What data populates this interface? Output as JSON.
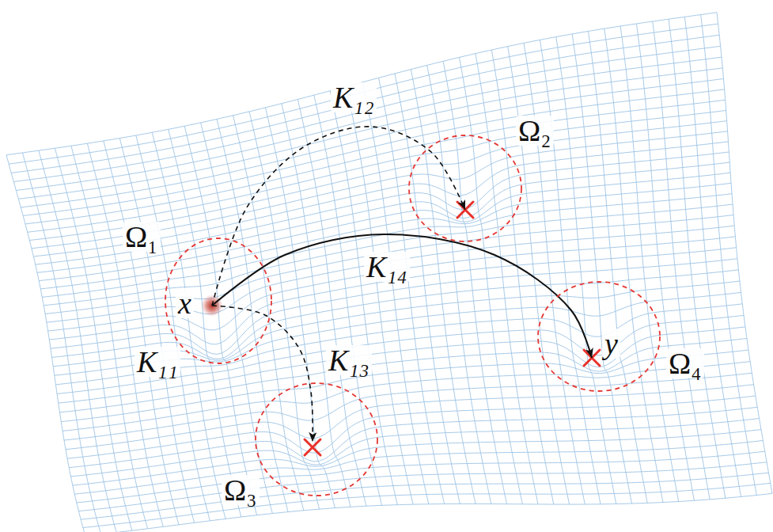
{
  "diagram": {
    "nodes": [
      {
        "text": [
          "Ω₁",
          "x"
        ]
      },
      {
        "text": [
          "Ω₂"
        ]
      },
      {
        "text": [
          "Ω₃"
        ]
      },
      {
        "text": [
          "Ω₄",
          "y"
        ]
      }
    ],
    "edges": [
      {
        "from": 0,
        "to": 1,
        "arrow": "to",
        "label": "K₁₂"
      },
      {
        "from": 0,
        "to": 2,
        "arrow": "to",
        "label": "K₁₃"
      },
      {
        "from": 0,
        "to": 3,
        "arrow": "to",
        "label": "K₁₄"
      }
    ],
    "labels": [
      "K₁₁"
    ]
  }
}
